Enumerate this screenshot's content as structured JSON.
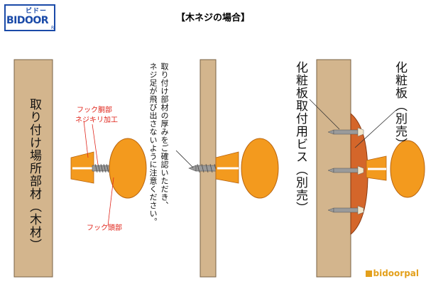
{
  "title": "【木ネジの場合】",
  "logo": {
    "kana": "ビドー",
    "main": "BIDOOR",
    "mark": "R"
  },
  "labels": {
    "mounting_surface": "取り付け場所部材（木材）",
    "hook_body": "フック胴部",
    "screw_thread": "ネジキリ加工",
    "hook_head": "フック頭部",
    "check_note_line1": "取り付け部材の厚みをご確認いただき、",
    "check_note_line2": "ネジ足が飛び出さないように注意ください。",
    "cosmetic_screw": "化粧板取付用ビス（別売）",
    "cosmetic_board": "化粧板（別売）"
  },
  "brand": "bidoorpal",
  "colors": {
    "wood": "#d3b58d",
    "wood_edge": "#7a6245",
    "hook": "#f39a1e",
    "hook_edge": "#b8640f",
    "board": "#d4662a",
    "screw": "#9a9a9a",
    "red_text": "#e0251b",
    "logo_blue": "#1a4aa8"
  }
}
